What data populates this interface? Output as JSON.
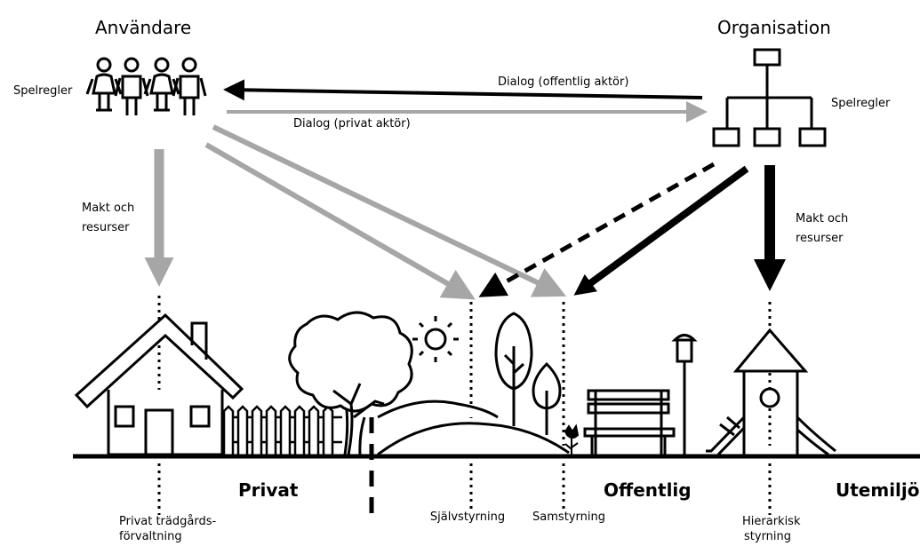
{
  "labels": {
    "users_title": "Användare",
    "org_title": "Organisation",
    "rules_left": "Spelregler",
    "rules_right": "Spelregler",
    "dialog_public": "Dialog (offentlig aktör)",
    "dialog_private": "Dialog (privat aktör)",
    "power_left": [
      "Makt och",
      "resurser"
    ],
    "power_right": [
      "Makt och",
      "resurser"
    ],
    "zone_private": "Privat",
    "zone_public": "Offentlig",
    "zone_outdoor": "Utemiljö",
    "mode_private": [
      "Privat trädgårds-",
      "förvaltning"
    ],
    "mode_self": "Självstyrning",
    "mode_co": "Samstyrning",
    "mode_hier": [
      "Hierarkisk",
      "styrning"
    ]
  },
  "colors": {
    "black_arrow": "#000000",
    "grey_arrow": "#a6a6a6",
    "line": "#000000"
  },
  "icons": [
    "people-icon",
    "org-chart-icon",
    "house-icon",
    "fence-icon",
    "tree-icon",
    "sun-icon",
    "hills-icon",
    "poplar-tree-icon",
    "bench-icon",
    "lamp-post-icon",
    "playhouse-slide-icon",
    "flower-icon"
  ]
}
